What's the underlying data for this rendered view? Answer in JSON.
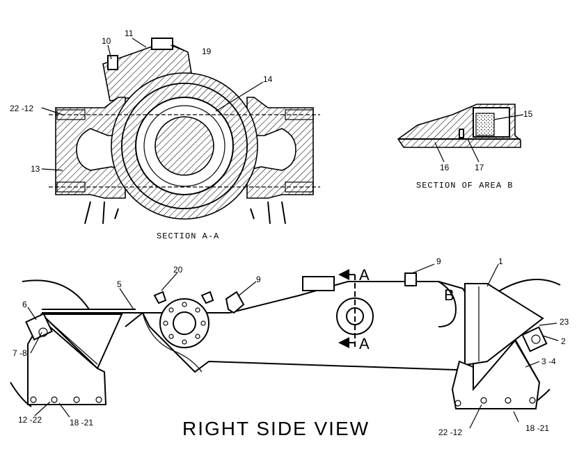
{
  "captions": {
    "section_aa": "SECTION A-A",
    "section_area_b": "SECTION OF AREA B",
    "view_title": "RIGHT SIDE VIEW"
  },
  "section_marks": {
    "a_top": "A",
    "a_bottom": "A",
    "b": "B"
  },
  "callouts": {
    "c10": "10",
    "c11": "11",
    "c19": "19",
    "c14": "14",
    "c22_12_left": "22 -12",
    "c13": "13",
    "c15": "15",
    "c16": "16",
    "c17": "17",
    "c9_mid": "9",
    "c9_right": "9",
    "c1": "1",
    "c20": "20",
    "c5": "5",
    "c6": "6",
    "c7_8": "7 -8",
    "c12_22": "12 -22",
    "c18_21_left": "18 -21",
    "c23": "23",
    "c2": "2",
    "c3_4": "3 -4",
    "c22_12_bottom": "22 -12",
    "c18_21_right": "18 -21"
  }
}
